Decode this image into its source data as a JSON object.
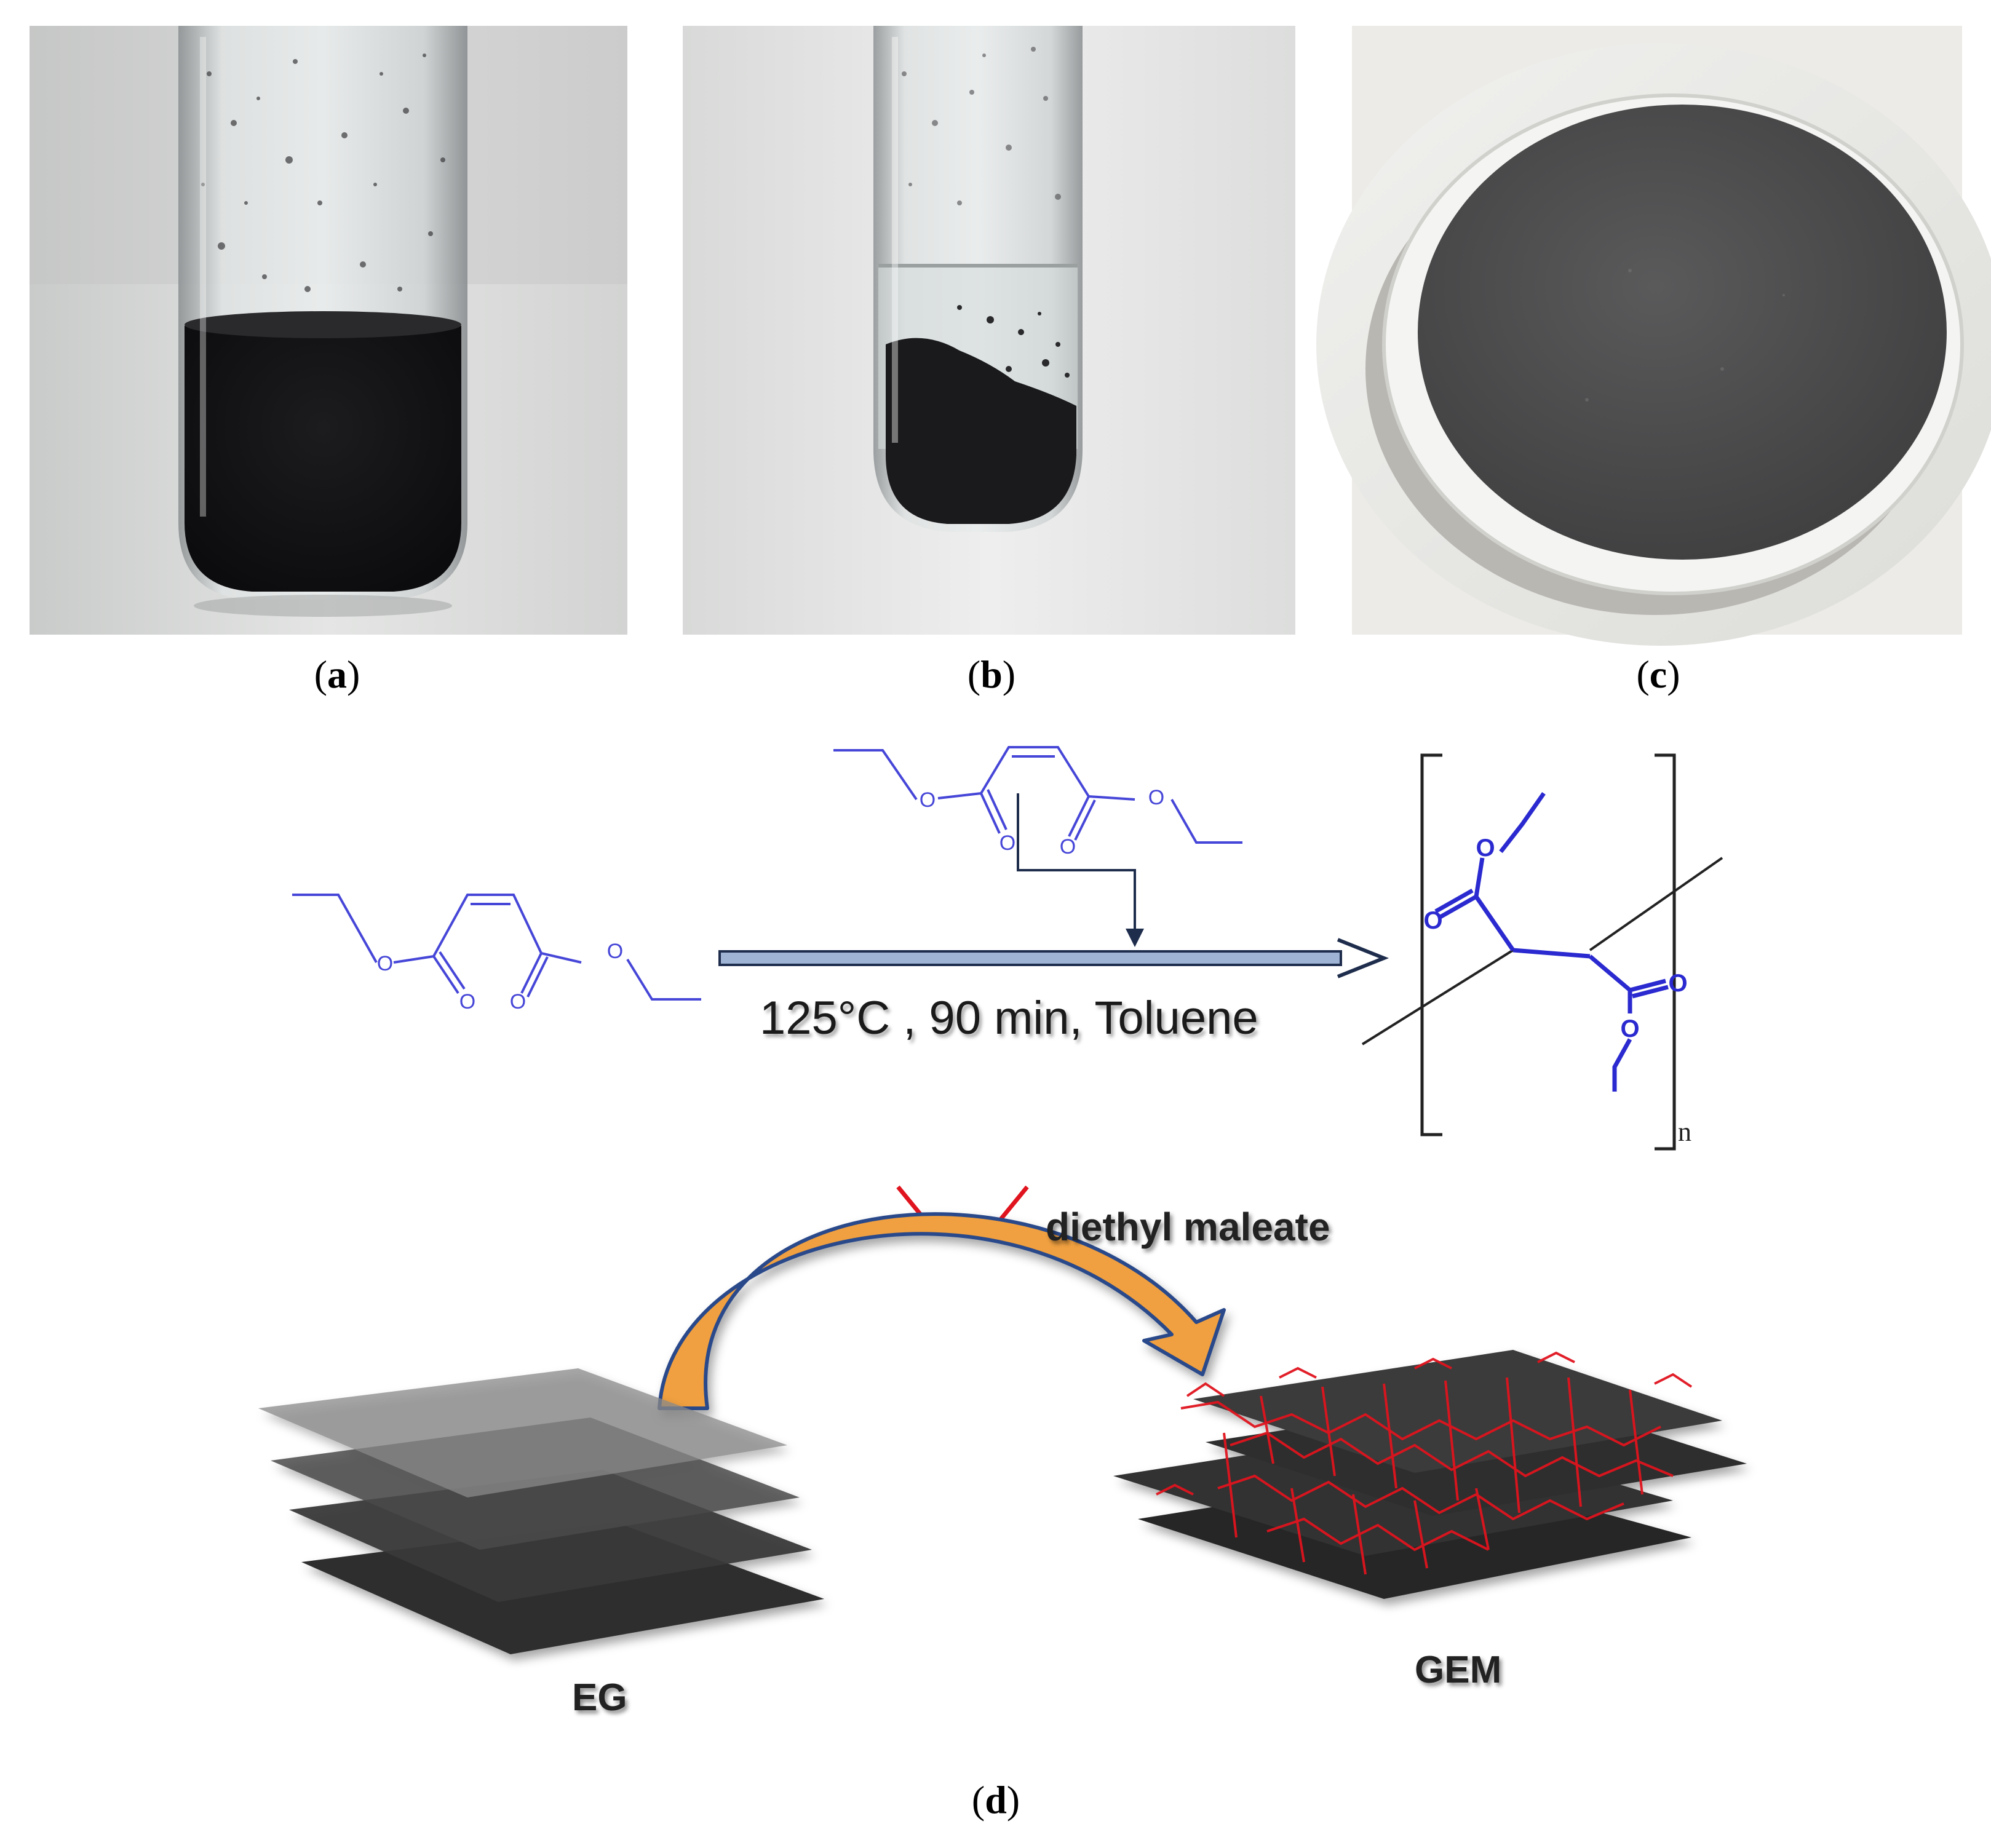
{
  "panels": {
    "a": {
      "open": "(",
      "letter": "a",
      "close": ")"
    },
    "b": {
      "open": "(",
      "letter": "b",
      "close": ")"
    },
    "c": {
      "open": "(",
      "letter": "c",
      "close": ")"
    },
    "d": {
      "open": "(",
      "letter": "d",
      "close": ")"
    }
  },
  "reaction": {
    "conditions": "125°C , 90 min, Toluene",
    "oxygen_symbol": "O",
    "polymer_subscript": "n"
  },
  "schematic": {
    "reagent_label": "diethyl maleate",
    "start_label": "EG",
    "product_label": "GEM"
  },
  "colors": {
    "molecule": "#4646d8",
    "polymer": "#2a2ad0",
    "chain": "#e0141e",
    "arrow_fill": "#f0a040",
    "arrow_outline": "#2a4a8a"
  }
}
